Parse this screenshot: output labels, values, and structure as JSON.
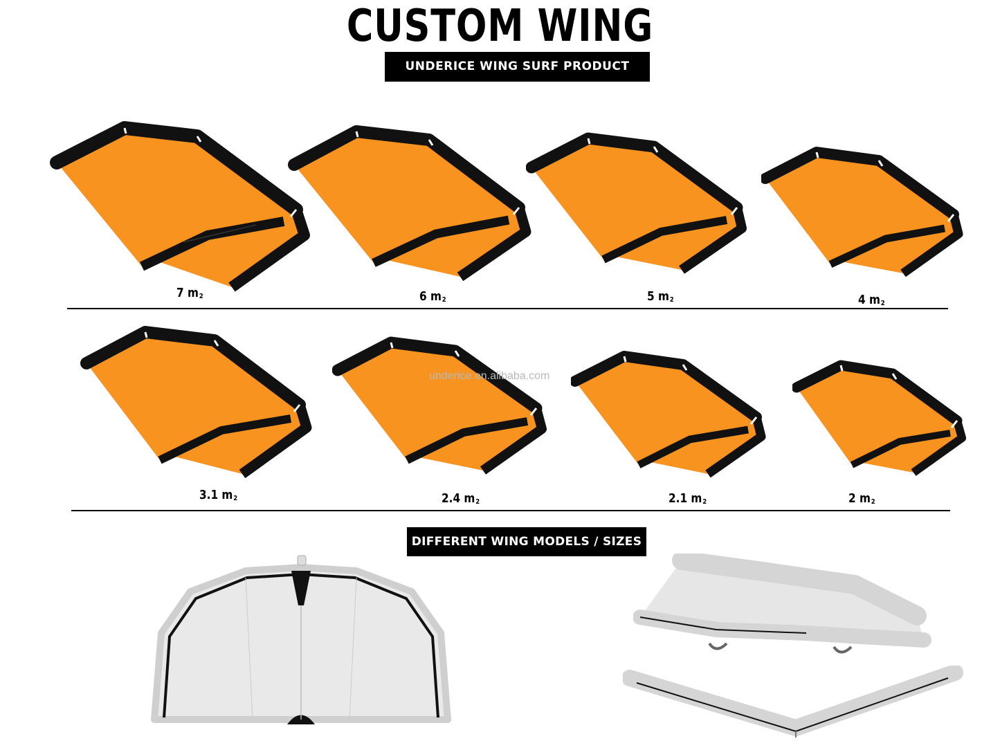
{
  "header": {
    "title": "CUSTOM WING",
    "subtitle": "UNDERICE WING SURF PRODUCT SERIES"
  },
  "sizes_row1": [
    {
      "value": "7 m",
      "sup": "2"
    },
    {
      "value": "6 m",
      "sup": "2"
    },
    {
      "value": "5 m",
      "sup": "2"
    },
    {
      "value": "4 m",
      "sup": "2"
    }
  ],
  "sizes_row2": [
    {
      "value": "3.1 m",
      "sup": "2"
    },
    {
      "value": "2.4 m",
      "sup": "2"
    },
    {
      "value": "2.1 m",
      "sup": "2"
    },
    {
      "value": "2 m",
      "sup": "2"
    }
  ],
  "models_banner": "DIFFERENT WING MODELS / SIZES",
  "watermark": "underice.en.alibaba.com",
  "colors": {
    "wing_canopy": "#f7931e",
    "wing_frame": "#111111",
    "model_fill": "#e9e9e9",
    "model_frame": "#cfcfcf"
  }
}
